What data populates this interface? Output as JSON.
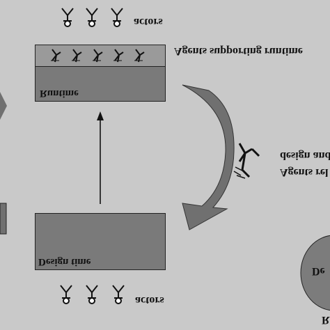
{
  "actors_top": {
    "label": "actors"
  },
  "runtime": {
    "label": "Runtime",
    "band_label": "Agents supporting runtime"
  },
  "design_time": {
    "label": "Design time"
  },
  "actors_bottom": {
    "label": "actors"
  },
  "right_text": {
    "line1": "design and",
    "line2": "Agents rel"
  },
  "ellipse": {
    "label1": "De",
    "label2": "R"
  },
  "colors": {
    "background": "#c9c9c9",
    "box_fill": "#7a7a7a",
    "band_fill": "#9a9a9a",
    "arrow_fill": "#707070",
    "ellipse_fill": "#7c7c7c"
  }
}
